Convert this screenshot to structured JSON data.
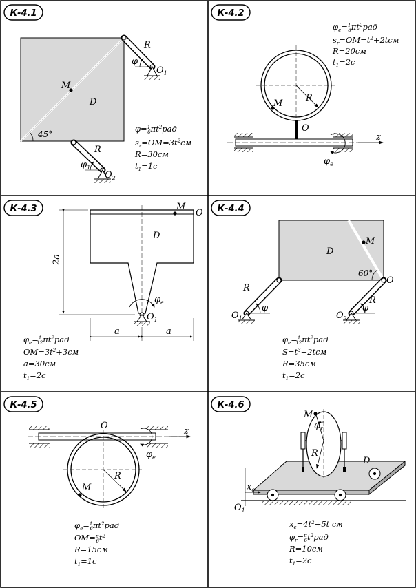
{
  "panels": [
    {
      "id": "K-4.1",
      "title": "К-4.1",
      "labels": {
        "R_top": "R",
        "phi_top": "φ",
        "O1": "O",
        "O1_sub": "1",
        "M": "M",
        "D": "D",
        "angle": "45°",
        "R_bot": "R",
        "phi_bot": "φ",
        "phi_bot_sub": "1",
        "O2": "O",
        "O2_sub": "2"
      },
      "eq": [
        "φ=",
        "1",
        "6",
        "πt",
        "2",
        "рад",
        "s",
        "r",
        "=OM=3t",
        "2",
        "см",
        "R=30см",
        "t",
        "1",
        "=1c"
      ]
    },
    {
      "id": "K-4.2",
      "title": "К-4.2",
      "labels": {
        "R": "R",
        "M": "M",
        "O": "O",
        "z": "z",
        "phi_e": "φ",
        "phi_e_sub": "e"
      },
      "eq": [
        "φ",
        "e",
        "=",
        "1",
        "8",
        "πt",
        "2",
        "рад",
        "s",
        "r",
        "=OM=t",
        "2",
        "+2tсм",
        "R=20см",
        "t",
        "1",
        "=2c"
      ]
    },
    {
      "id": "K-4.3",
      "title": "К-4.3",
      "labels": {
        "M": "M",
        "O": "O",
        "D": "D",
        "twoa": "2a",
        "a_left": "a",
        "a_right": "a",
        "phi_e": "φ",
        "phi_e_sub": "e",
        "O1": "O",
        "O1_sub": "1"
      },
      "eq": [
        "φ",
        "e",
        "=",
        "1",
        "12",
        "πt",
        "2",
        "рад",
        "OM=3t",
        "2",
        "+3см",
        "a=30см",
        "t",
        "1",
        "=2c"
      ]
    },
    {
      "id": "K-4.4",
      "title": "К-4.4",
      "labels": {
        "M": "M",
        "D": "D",
        "angle": "60°",
        "O": "O",
        "R_left": "R",
        "phi_left": "φ",
        "O1": "O",
        "O1_sub": "1",
        "R_right": "R",
        "phi_right": "φ",
        "O2": "O",
        "O2_sub": "2"
      },
      "eq": [
        "φ",
        "e",
        "=",
        "1",
        "12",
        "πt",
        "2",
        "рад",
        "S=t",
        "3",
        "+2tсм",
        "R=35см",
        "t",
        "1",
        "=2c"
      ]
    },
    {
      "id": "K-4.5",
      "title": "К-4.5",
      "labels": {
        "O": "O",
        "z": "z",
        "phi_e": "φ",
        "phi_e_sub": "e",
        "R": "R",
        "M": "M"
      },
      "eq": [
        "φ",
        "e",
        "=",
        "1",
        "6",
        "πt",
        "2",
        "рад",
        "OM=",
        "π",
        "6",
        "t",
        "2",
        "R=15см",
        "t",
        "1",
        "=1c"
      ]
    },
    {
      "id": "K-4.6",
      "title": "К-4.6",
      "labels": {
        "M": "M",
        "phi_r": "φ",
        "phi_r_sub": "r",
        "R": "R",
        "D": "D",
        "x_e": "x",
        "x_e_sub": "e",
        "O1": "O",
        "O1_sub": "1"
      },
      "eq": [
        "x",
        "e",
        "=4t",
        "2",
        "+5t см",
        "φ",
        "r",
        "=",
        "π",
        "6",
        "t",
        "2",
        "рад",
        "R=10см",
        "t",
        "1",
        "=2c"
      ]
    }
  ]
}
